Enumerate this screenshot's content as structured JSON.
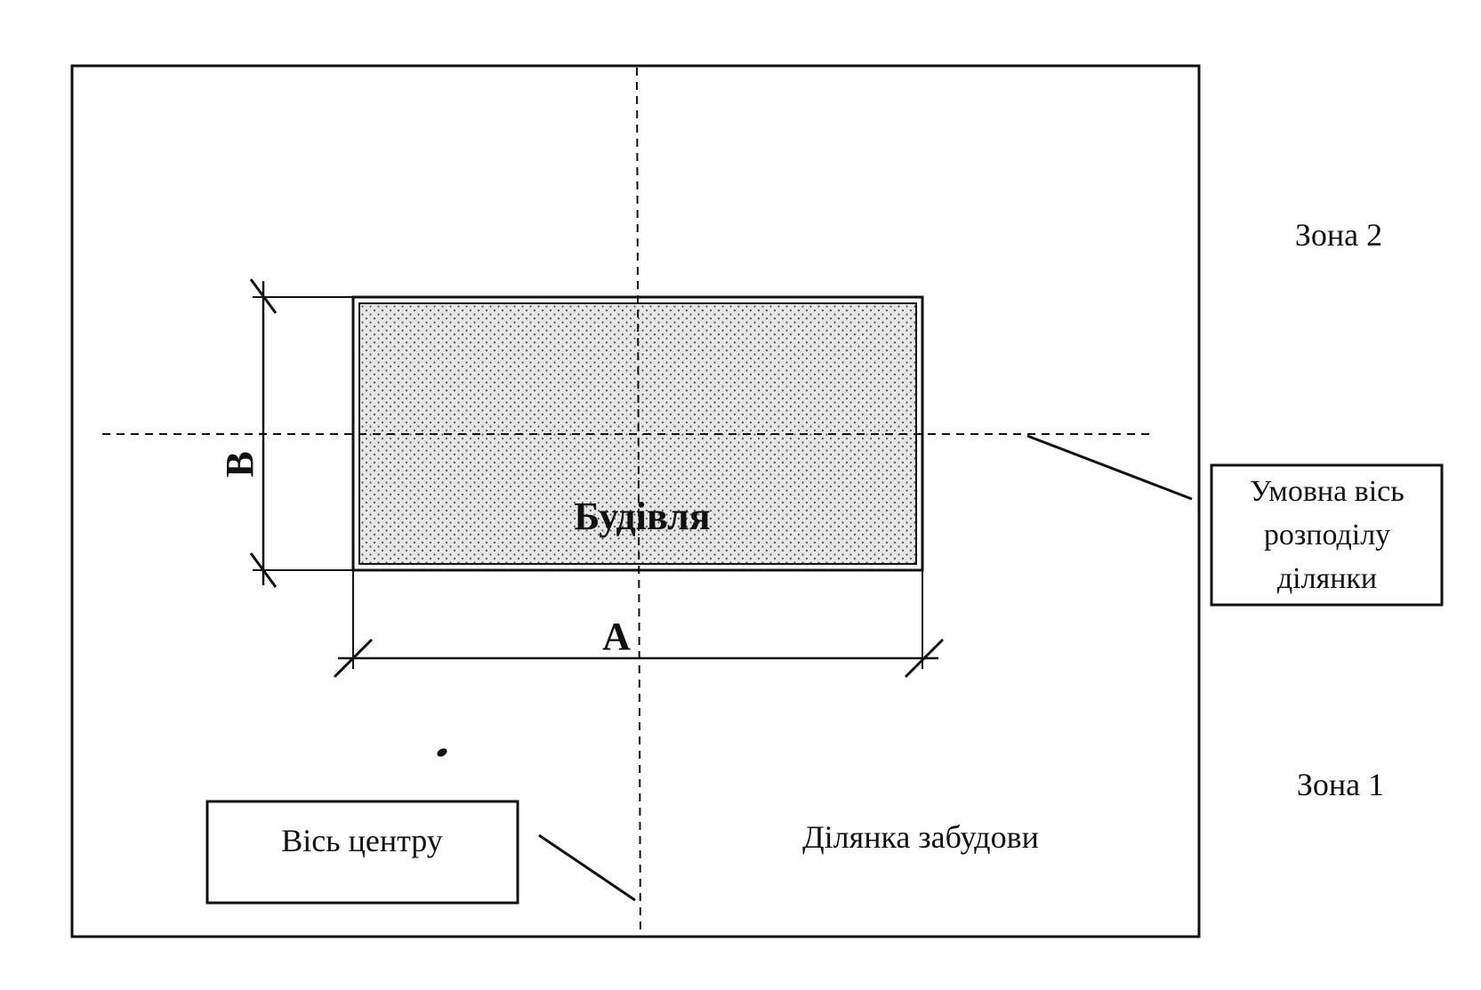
{
  "labels": {
    "zone_2": "Зона 2",
    "zone_1": "Зона 1",
    "building": "Будівля",
    "dimension_b": "B",
    "dimension_a": "A",
    "plot": "Ділянка забудови"
  },
  "callouts": {
    "split_axis": {
      "line_1": "Умовна вісь",
      "line_2": "розподілу",
      "line_3": "ділянки"
    },
    "center_axis": "Вісь центру"
  },
  "colors": {
    "ink": "#111111",
    "building_fill": "#e6e6e6",
    "building_dots": "#555555"
  }
}
